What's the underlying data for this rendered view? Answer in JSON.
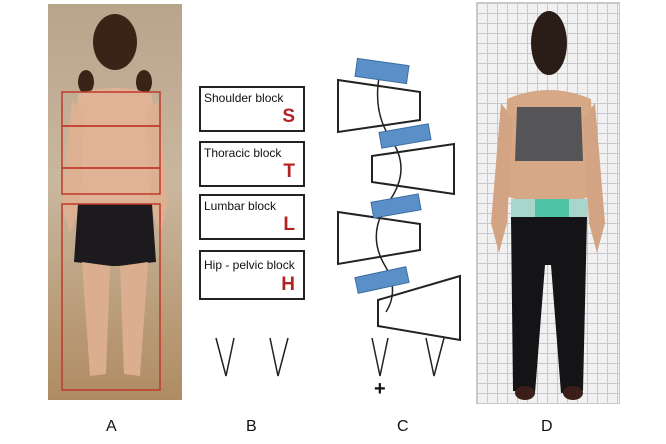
{
  "panels": {
    "a_label": "A",
    "b_label": "B",
    "c_label": "C",
    "d_label": "D"
  },
  "blocks": [
    {
      "title": "Shoulder block",
      "letter": "S"
    },
    {
      "title": "Thoracic block",
      "letter": "T"
    },
    {
      "title": "Lumbar block",
      "letter": "L"
    },
    {
      "title": "Hip - pelvic block",
      "letter": "H"
    }
  ],
  "diagram": {
    "plus_sign": "+"
  },
  "colors": {
    "letter_red": "#b22222",
    "overlay_red": "#c0392b",
    "joint_blue": "#5a8fc7"
  }
}
